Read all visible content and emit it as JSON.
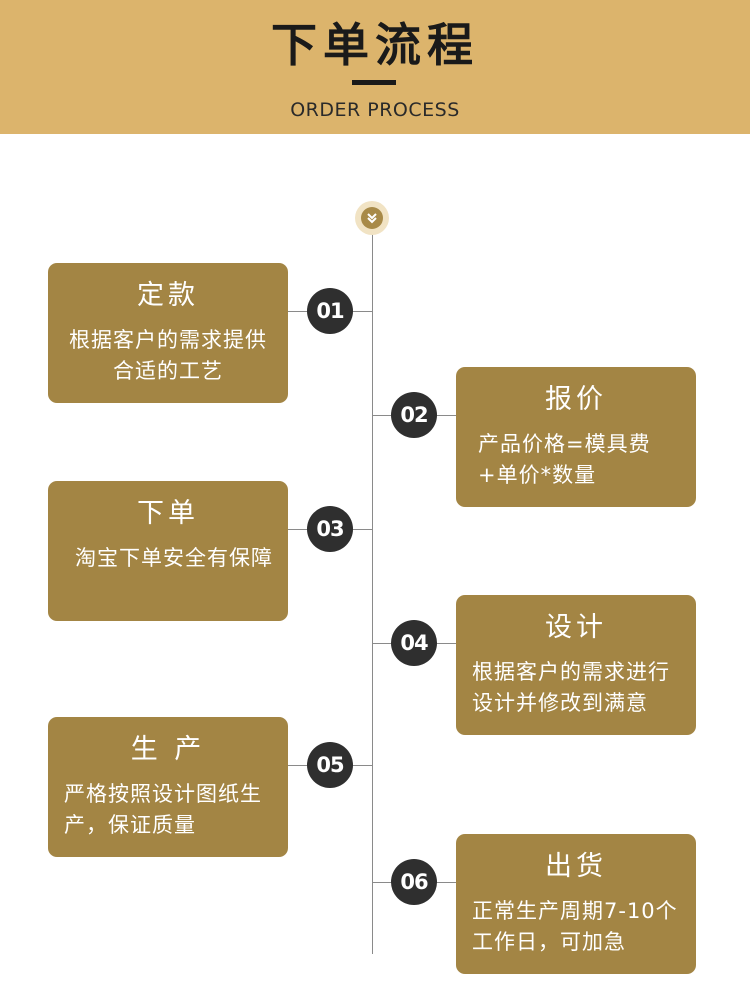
{
  "header": {
    "title": "下单流程",
    "subtitle": "ORDER PROCESS"
  },
  "steps": [
    {
      "number": "01",
      "title": "定款",
      "desc": "根据客户的需求提供合适的工艺"
    },
    {
      "number": "02",
      "title": "报价",
      "desc": "产品价格=模具费+单价*数量"
    },
    {
      "number": "03",
      "title": "下单",
      "desc": "淘宝下单安全有保障"
    },
    {
      "number": "04",
      "title": "设计",
      "desc": "根据客户的需求进行设计并修改到满意"
    },
    {
      "number": "05",
      "title": "生 产",
      "desc": "严格按照设计图纸生产，保证质量"
    },
    {
      "number": "06",
      "title": "出货",
      "desc": "正常生产周期7-10个工作日，可加急"
    }
  ],
  "icons": {
    "top_marker": "double-chevron-down-icon"
  },
  "colors": {
    "header_bg": "#dcb46c",
    "card_bg": "#a38544",
    "number_bg": "#2f2f2f",
    "line": "#8a8a8a"
  }
}
